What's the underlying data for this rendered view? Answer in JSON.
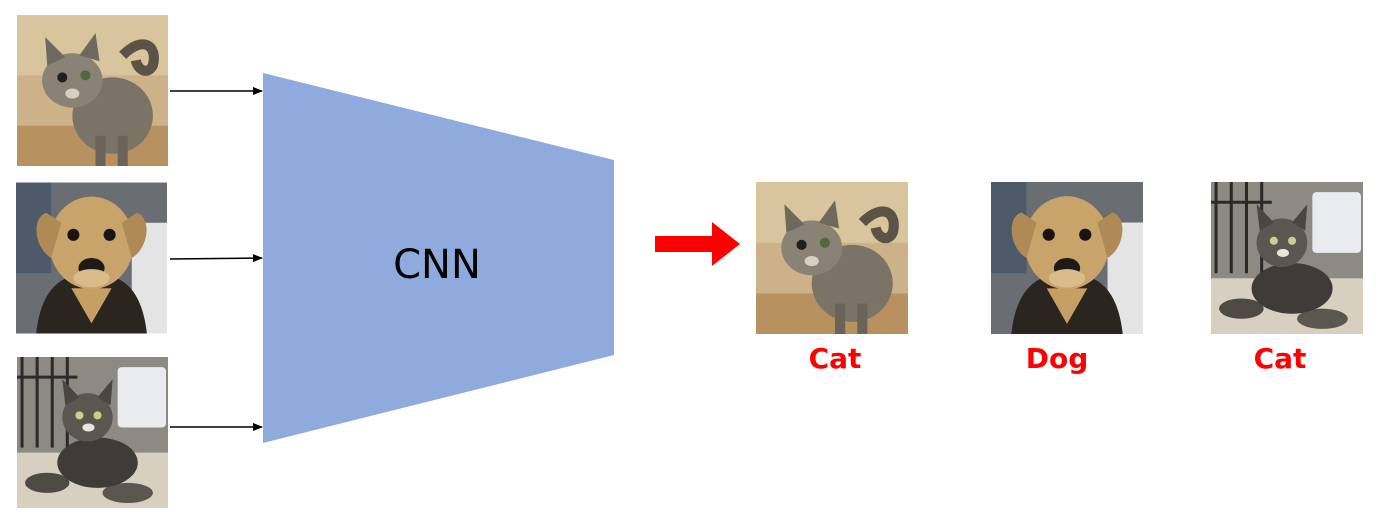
{
  "model": {
    "label": "CNN",
    "fill": "#8FAADC"
  },
  "inputs": [
    {
      "subject": "cat",
      "icon": "tabby-cat-photo"
    },
    {
      "subject": "dog",
      "icon": "dog-photo"
    },
    {
      "subject": "kitten",
      "icon": "kitten-photo"
    }
  ],
  "outputs": [
    {
      "label": "Cat",
      "icon": "tabby-cat-photo"
    },
    {
      "label": "Dog",
      "icon": "dog-photo"
    },
    {
      "label": "Cat",
      "icon": "kitten-photo"
    }
  ],
  "colors": {
    "label": "#FF0000",
    "result_arrow": "#FF0000",
    "input_arrow": "#000000"
  }
}
